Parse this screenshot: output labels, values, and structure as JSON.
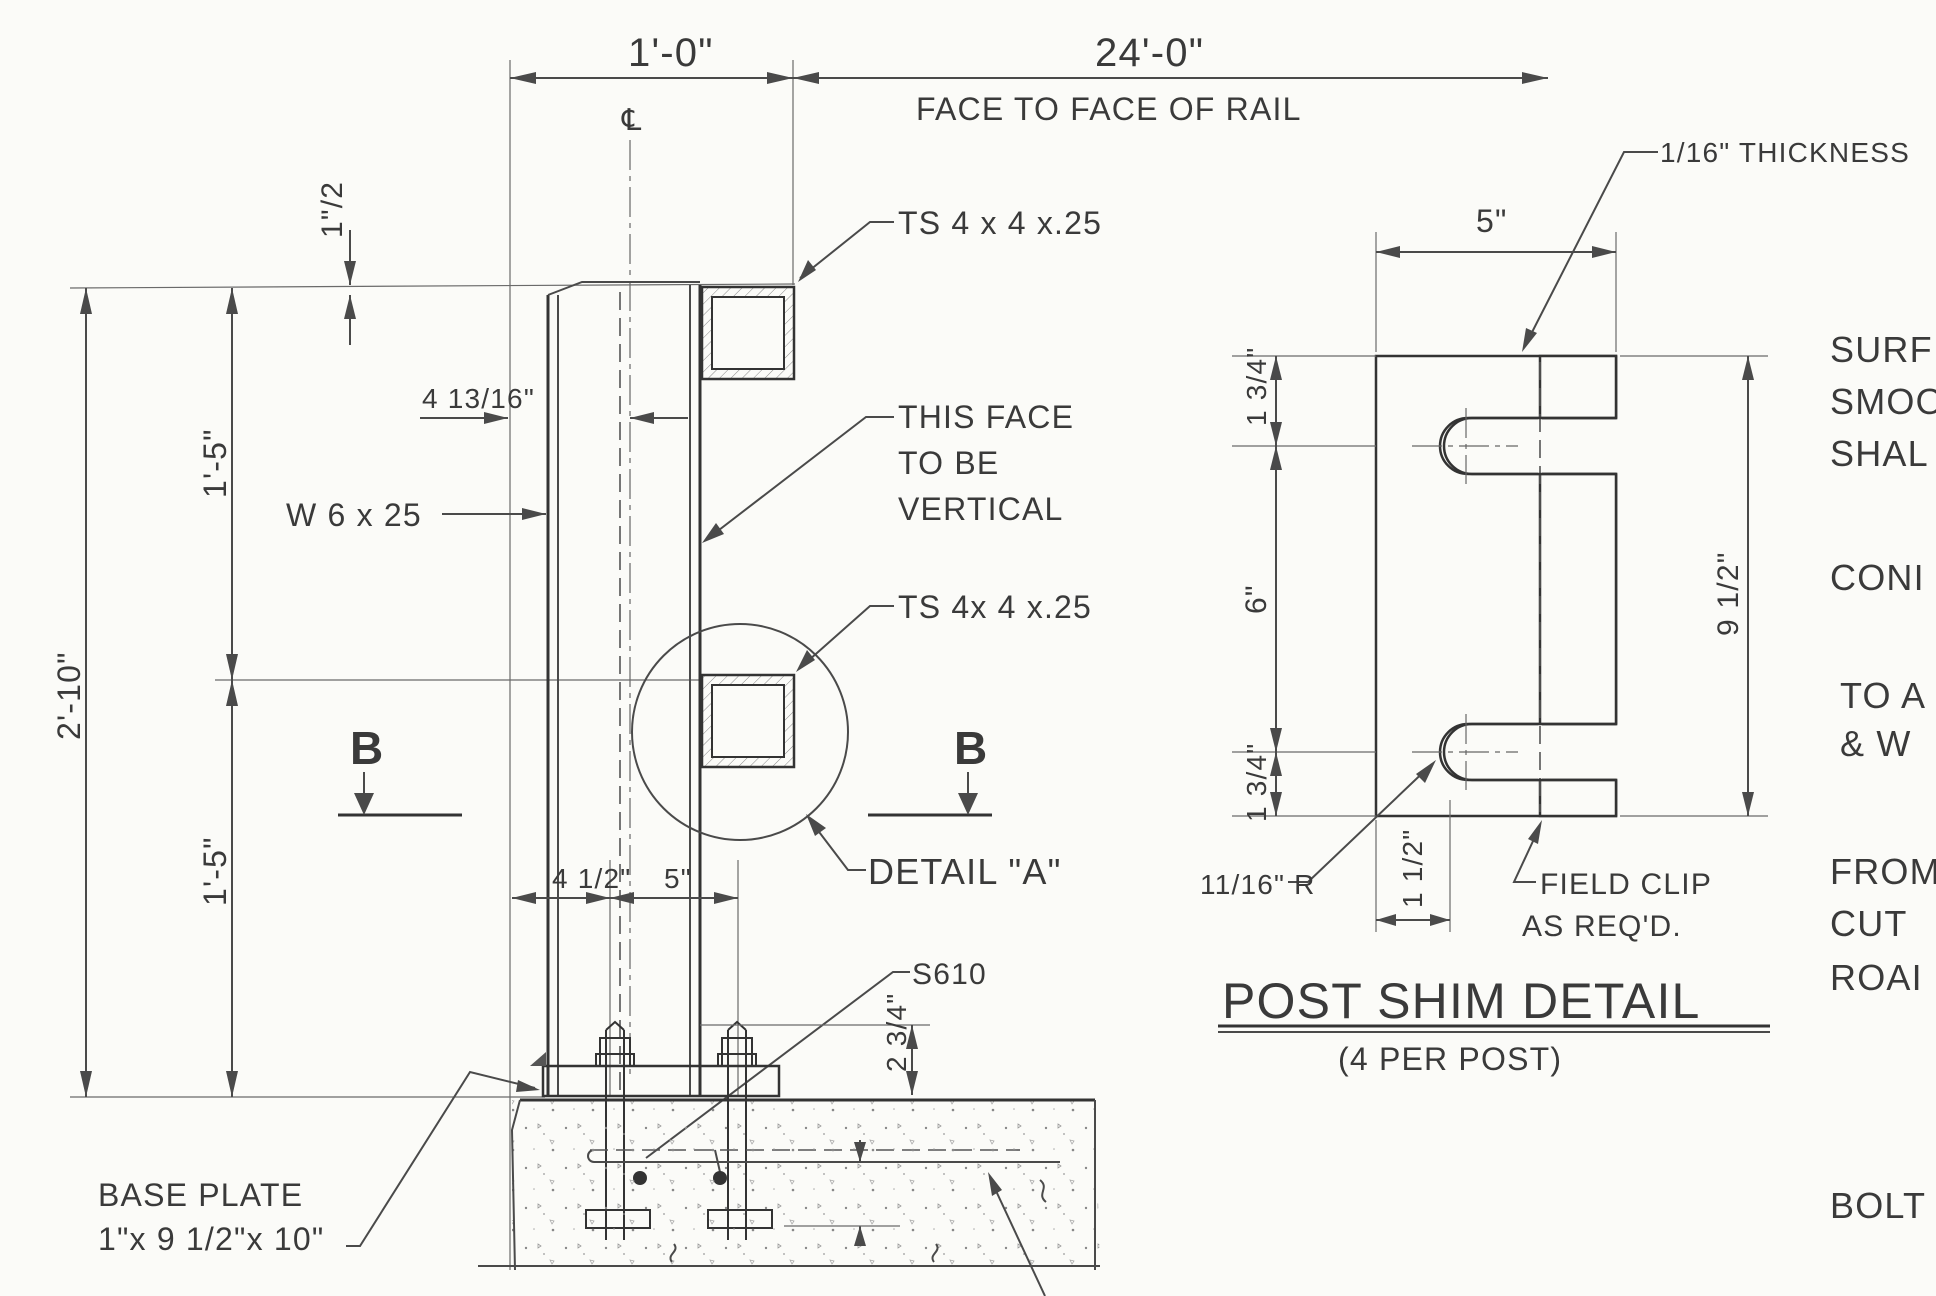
{
  "dims": {
    "top_1ft": "1'-0\"",
    "top_24ft": "24'-0\"",
    "face_to_face": "FACE TO FACE OF RAIL",
    "half_inch": "1\"/2",
    "total_height": "2'-10\"",
    "upper_height": "1'-5\"",
    "lower_height": "1'-5\"",
    "four_13_16": "4 13/16\"",
    "four_half": "4 1/2\"",
    "five_in": "5\"",
    "two_three_quarter": "2 3/4\""
  },
  "labels": {
    "cl": "℄",
    "ts_upper": "TS 4 x 4 x.25",
    "ts_lower": "TS 4x 4 x.25",
    "this_face_1": "THIS FACE",
    "this_face_2": "TO BE",
    "this_face_3": "VERTICAL",
    "w6x25": "W 6 x 25",
    "section_b_left": "B",
    "section_b_right": "B",
    "detail_a": "DETAIL \"A\"",
    "s610": "S610",
    "base_plate_1": "BASE PLATE",
    "base_plate_2": "1\"x 9 1/2\"x 10\""
  },
  "shim": {
    "thickness": "1/16\" THICKNESS",
    "width": "5\"",
    "top_dim": "1 3/4\"",
    "mid_dim": "6\"",
    "bot_dim": "1 3/4\"",
    "height": "9 1/2\"",
    "radius": "11/16\" R",
    "edge": "1 1/2\"",
    "field_clip_1": "FIELD CLIP",
    "field_clip_2": "AS REQ'D.",
    "title": "POST SHIM DETAIL",
    "subtitle": "(4 PER POST)"
  },
  "notes": {
    "n1": "SURF",
    "n2": "SMOO",
    "n3": "SHAL",
    "n4": "CONI",
    "n5": "TO A",
    "n6": "& W",
    "n7": "FROM",
    "n8": "CUT",
    "n9": "ROAI",
    "n10": "BOLT"
  }
}
